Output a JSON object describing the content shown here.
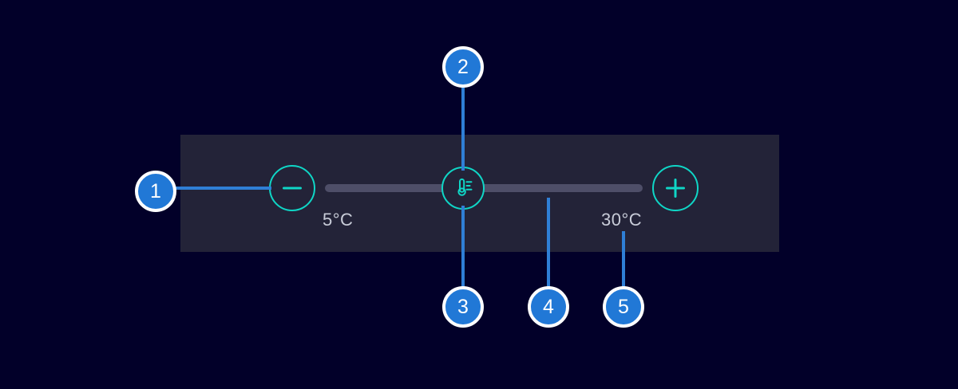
{
  "background_color": "#020029",
  "panel": {
    "background_color": "#232338"
  },
  "control": {
    "name": "temperature-range-slider",
    "accent_color": "#0fd6c6",
    "track_color": "#4e4e68",
    "decrease_label": "−",
    "increase_label": "+",
    "min_label": "5°C",
    "max_label": "30°C",
    "handle_icon": "thermometer-icon"
  },
  "annotations": {
    "badge_fill": "#2178d6",
    "badge_border": "#ffffff",
    "leader_color": "#2f7fd6",
    "items": [
      {
        "number": "1",
        "target": "decrease-button"
      },
      {
        "number": "2",
        "target": "slider-handle-top"
      },
      {
        "number": "3",
        "target": "slider-handle-bottom"
      },
      {
        "number": "4",
        "target": "slider-track"
      },
      {
        "number": "5",
        "target": "max-label"
      }
    ]
  }
}
